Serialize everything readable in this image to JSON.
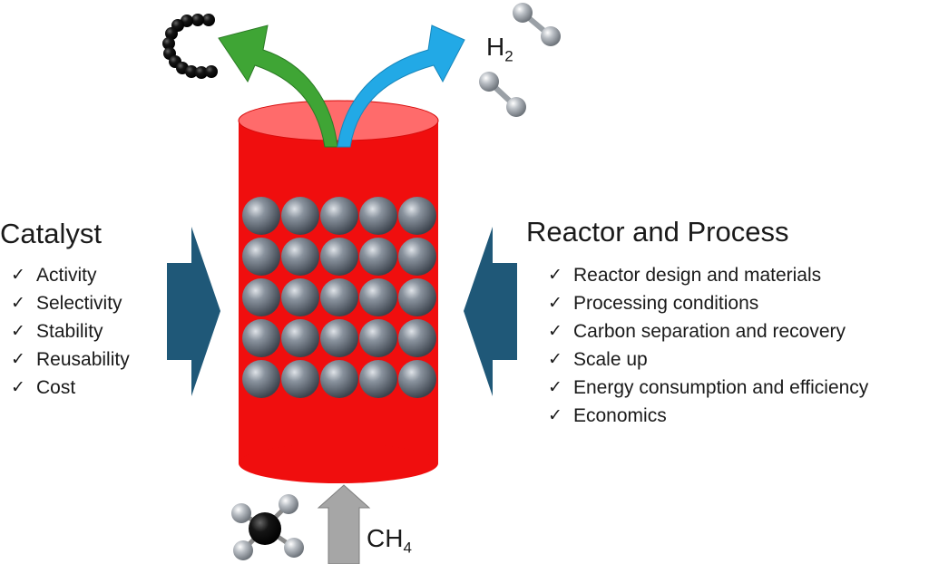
{
  "catalyst": {
    "title": "Catalyst",
    "items": [
      "Activity",
      "Selectivity",
      "Stability",
      "Reusability",
      "Cost"
    ]
  },
  "reactor_process": {
    "title": "Reactor and Process",
    "items": [
      "Reactor design and materials",
      "Processing conditions",
      "Carbon separation and recovery",
      "Scale up",
      "Energy consumption and efficiency",
      "Economics"
    ]
  },
  "products": {
    "hydrogen": {
      "base": "H",
      "subscript": "2"
    }
  },
  "feed": {
    "base": "CH",
    "subscript": "4"
  },
  "check_mark": "✓",
  "colors": {
    "reactor": "#f00e0e",
    "reactor_top": "#ff6b6b",
    "catalyst_spheres": "#5d6673",
    "side_arrows": "#1f5878",
    "carbon_arrow": "#3fa535",
    "hydrogen_arrow": "#22a9e6",
    "feed_arrow": "#a6a6a6"
  },
  "icons": {
    "carbon": "carbon-chain-icon",
    "hydrogen": "hydrogen-molecule-icon",
    "methane": "methane-molecule-icon"
  }
}
